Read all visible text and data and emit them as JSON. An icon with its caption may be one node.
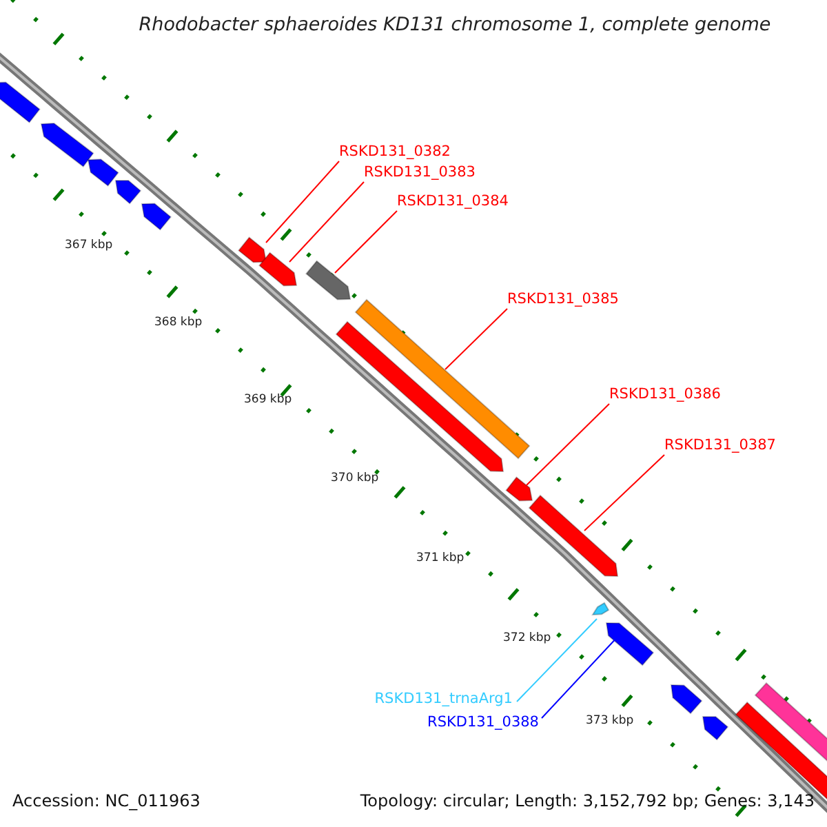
{
  "diagram": {
    "title": "Rhodobacter sphaeroides KD131 chromosome 1, complete genome",
    "nodes": [
      {
        "text": [
          "RSKD131_0382"
        ]
      },
      {
        "text": [
          "RSKD131_0383"
        ]
      },
      {
        "text": [
          "RSKD131_0384"
        ]
      },
      {
        "text": [
          "RSKD131_0385"
        ]
      },
      {
        "text": [
          "RSKD131_0386"
        ]
      },
      {
        "text": [
          "RSKD131_0387"
        ]
      },
      {
        "text": [
          "RSKD131_trnaArg1"
        ]
      },
      {
        "text": [
          "RSKD131_0388"
        ]
      },
      {
        "text": [],
        "shape": "bar"
      },
      {
        "text": [],
        "shape": "bar"
      },
      {
        "text": [],
        "shape": "bar"
      },
      {
        "text": [],
        "shape": "bar"
      },
      {
        "text": [],
        "shape": "bar"
      },
      {
        "text": [],
        "shape": "bar"
      },
      {
        "text": [],
        "shape": "bar"
      },
      {
        "text": [],
        "shape": "bar"
      },
      {
        "text": [],
        "shape": "bar"
      },
      {
        "text": [],
        "shape": "bar"
      },
      {
        "text": [],
        "shape": "bar"
      },
      {
        "text": [],
        "shape": "bar"
      },
      {
        "text": [],
        "shape": "bar"
      },
      {
        "text": [],
        "shape": "bar"
      },
      {
        "text": [],
        "shape": "bar"
      },
      {
        "text": [],
        "shape": "bar"
      },
      {
        "text": [],
        "shape": "bar"
      },
      {
        "text": [],
        "shape": "bar"
      }
    ],
    "edges": [
      {
        "from": 0,
        "to": 13,
        "arrow": "none"
      },
      {
        "from": 1,
        "to": 14,
        "arrow": "none"
      },
      {
        "from": 2,
        "to": 15,
        "arrow": "none"
      },
      {
        "from": 3,
        "to": 17,
        "arrow": "none"
      },
      {
        "from": 4,
        "to": 18,
        "arrow": "none"
      },
      {
        "from": 5,
        "to": 19,
        "arrow": "none"
      },
      {
        "from": 6,
        "to": 20,
        "arrow": "none",
        "color": "#33ccff"
      },
      {
        "from": 7,
        "to": 21,
        "arrow": "none",
        "color": "#0000ff"
      }
    ],
    "labels": [
      "367 kbp",
      "368 kbp",
      "369 kbp",
      "370 kbp",
      "371 kbp",
      "372 kbp",
      "373 kbp",
      "Accession: NC_011963",
      "Topology: circular; Length: 3,152,792 bp; Genes: 3,143"
    ]
  }
}
